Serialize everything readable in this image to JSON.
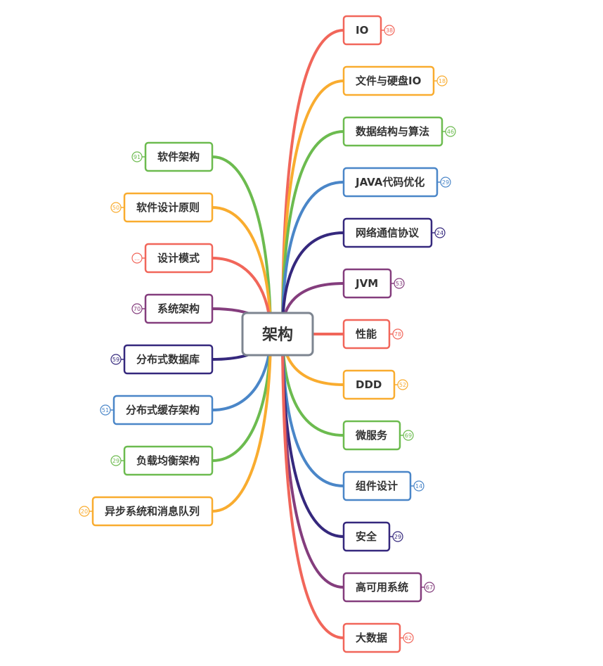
{
  "root": {
    "label": "架构"
  },
  "right_branches": [
    {
      "label": "IO",
      "count": "38",
      "color": "#f1665a"
    },
    {
      "label": "文件与硬盘IO",
      "count": "18",
      "color": "#f9ac2f"
    },
    {
      "label": "数据结构与算法",
      "count": "46",
      "color": "#6cbb4f"
    },
    {
      "label": "JAVA代码优化",
      "count": "29",
      "color": "#4a86c8"
    },
    {
      "label": "网络通信协议",
      "count": "24",
      "color": "#35287d"
    },
    {
      "label": "JVM",
      "count": "53",
      "color": "#843d7d"
    },
    {
      "label": "性能",
      "count": "78",
      "color": "#f1665a"
    },
    {
      "label": "DDD",
      "count": "52",
      "color": "#f9ac2f"
    },
    {
      "label": "微服务",
      "count": "69",
      "color": "#6cbb4f"
    },
    {
      "label": "组件设计",
      "count": "14",
      "color": "#4a86c8"
    },
    {
      "label": "安全",
      "count": "29",
      "color": "#35287d"
    },
    {
      "label": "高可用系统",
      "count": "67",
      "color": "#843d7d"
    },
    {
      "label": "大数据",
      "count": "62",
      "color": "#f1665a"
    }
  ],
  "left_branches": [
    {
      "label": "软件架构",
      "count": "91",
      "color": "#6cbb4f"
    },
    {
      "label": "软件设计原则",
      "count": "50",
      "color": "#f9ac2f"
    },
    {
      "label": "设计模式",
      "count": "…",
      "color": "#f1665a"
    },
    {
      "label": "系统架构",
      "count": "70",
      "color": "#843d7d"
    },
    {
      "label": "分布式数据库",
      "count": "59",
      "color": "#35287d"
    },
    {
      "label": "分布式缓存架构",
      "count": "51",
      "color": "#4a86c8"
    },
    {
      "label": "负载均衡架构",
      "count": "29",
      "color": "#6cbb4f"
    },
    {
      "label": "异步系统和消息队列",
      "count": "20",
      "color": "#f9ac2f"
    }
  ]
}
